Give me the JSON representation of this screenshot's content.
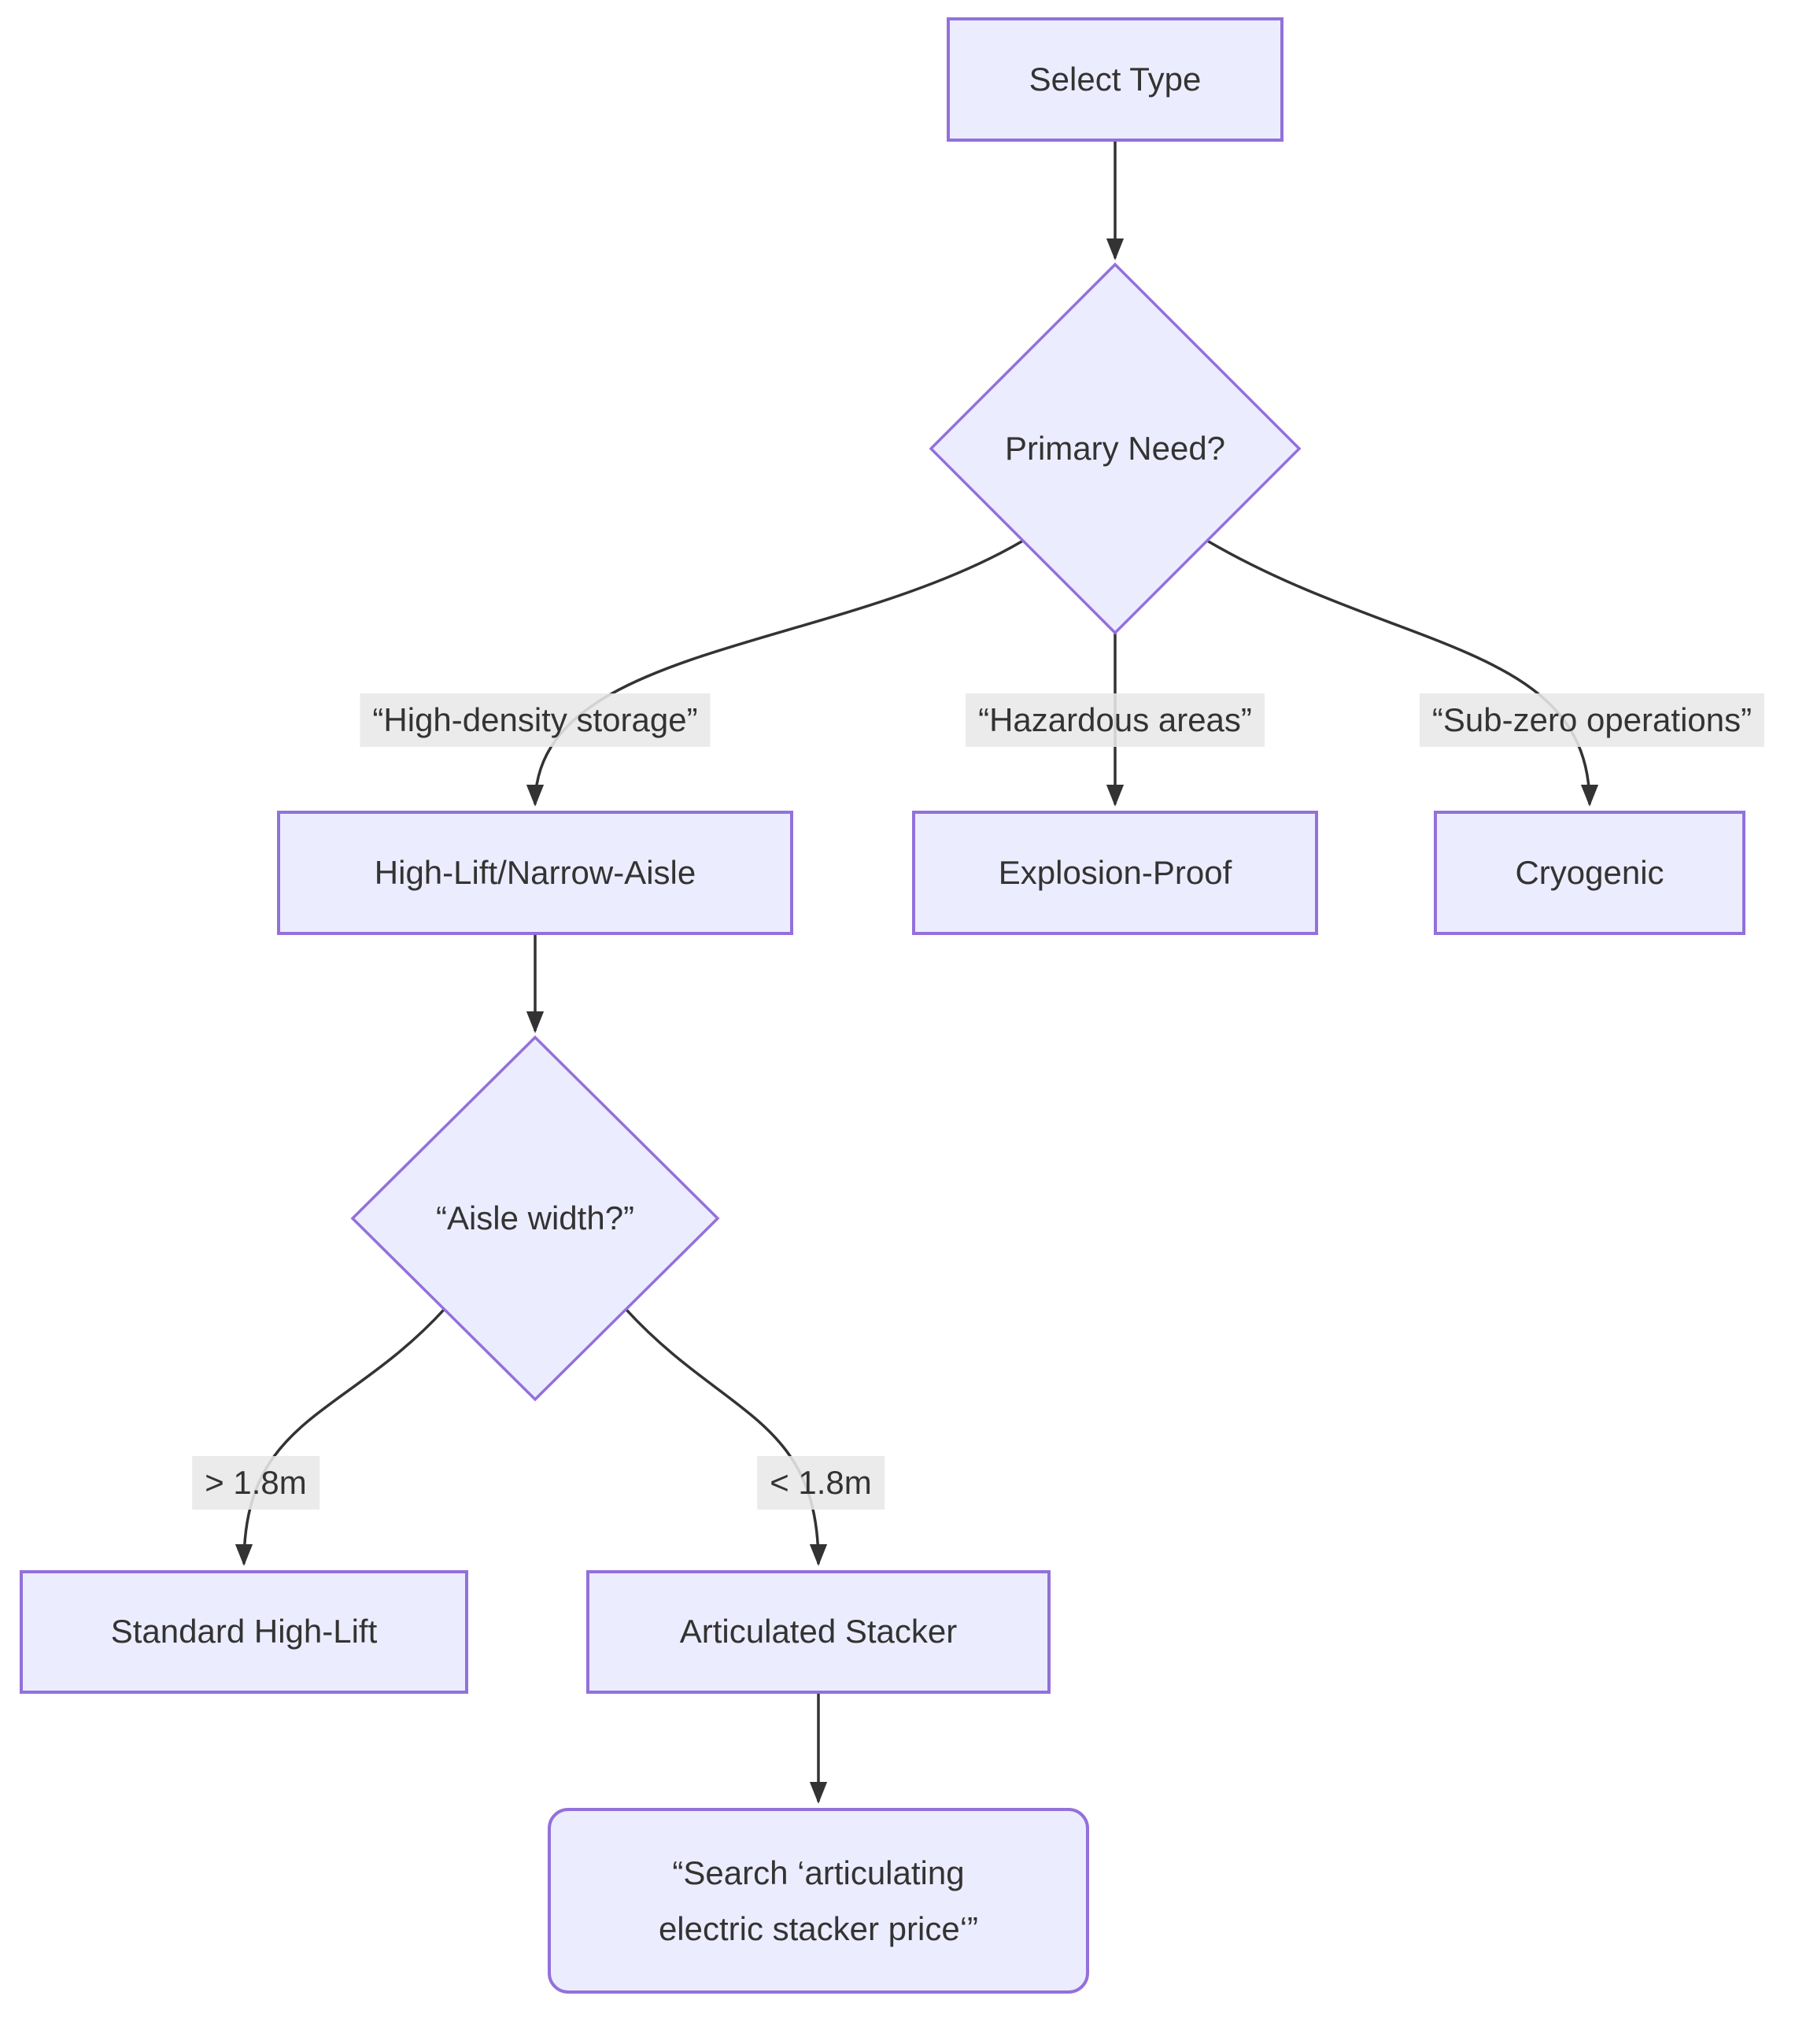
{
  "diagram": {
    "type": "flowchart",
    "colors": {
      "node_fill": "#ECECFF",
      "node_border": "#9370DB",
      "edge_line": "#333333",
      "edge_label_bg": "#e8e8e8",
      "text": "#333333",
      "background": "#ffffff"
    },
    "nodes": {
      "select_type": {
        "label": "Select Type",
        "shape": "rect"
      },
      "primary_need": {
        "label": "Primary Need?",
        "shape": "diamond"
      },
      "high_lift_narrow_aisle": {
        "label": "High-Lift/Narrow-Aisle",
        "shape": "rect"
      },
      "explosion_proof": {
        "label": "Explosion-Proof",
        "shape": "rect"
      },
      "cryogenic": {
        "label": "Cryogenic",
        "shape": "rect"
      },
      "aisle_width": {
        "label": "“Aisle width?”",
        "shape": "diamond"
      },
      "standard_high_lift": {
        "label": "Standard High-Lift",
        "shape": "rect"
      },
      "articulated_stacker": {
        "label": "Articulated Stacker",
        "shape": "rect"
      },
      "search_action": {
        "label": "“Search ‘articulating\nelectric stacker price‘”",
        "shape": "rounded-rect"
      }
    },
    "edge_labels": {
      "high_density": "“High-density storage”",
      "hazardous": "“Hazardous areas”",
      "sub_zero": "“Sub-zero operations”",
      "gt_1_8m": "> 1.8m",
      "lt_1_8m": "< 1.8m"
    },
    "edges": [
      {
        "from": "select_type",
        "to": "primary_need",
        "label": ""
      },
      {
        "from": "primary_need",
        "to": "high_lift_narrow_aisle",
        "label": "“High-density storage”"
      },
      {
        "from": "primary_need",
        "to": "explosion_proof",
        "label": "“Hazardous areas”"
      },
      {
        "from": "primary_need",
        "to": "cryogenic",
        "label": "“Sub-zero operations”"
      },
      {
        "from": "high_lift_narrow_aisle",
        "to": "aisle_width",
        "label": ""
      },
      {
        "from": "aisle_width",
        "to": "standard_high_lift",
        "label": "> 1.8m"
      },
      {
        "from": "aisle_width",
        "to": "articulated_stacker",
        "label": "< 1.8m"
      },
      {
        "from": "articulated_stacker",
        "to": "search_action",
        "label": ""
      }
    ]
  }
}
